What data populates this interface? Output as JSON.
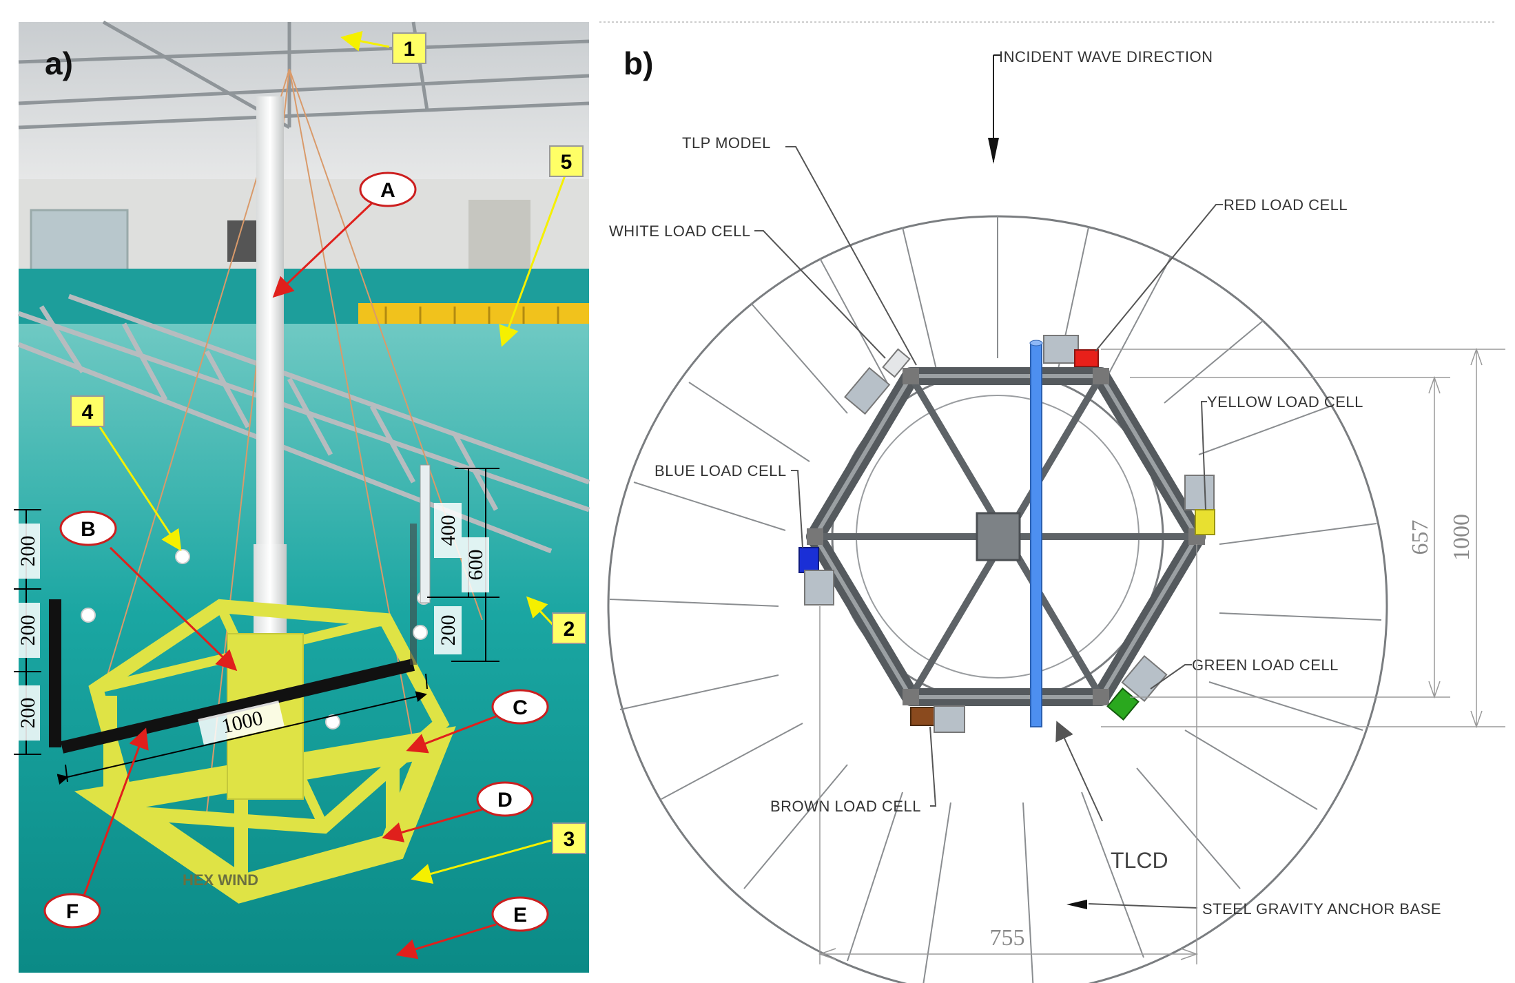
{
  "panels": {
    "a_label": "a)",
    "b_label": "b)"
  },
  "photo": {
    "oval_labels": [
      "A",
      "B",
      "C",
      "D",
      "E",
      "F"
    ],
    "box_labels": [
      "1",
      "2",
      "3",
      "4",
      "5"
    ],
    "dims": {
      "left_200_top": "200",
      "left_200_mid": "200",
      "left_200_bot": "200",
      "span_1000": "1000",
      "right_400": "400",
      "right_600": "600",
      "right_200": "200"
    },
    "hull_text": "HEX WIND",
    "colors": {
      "water": "#1aa3a0",
      "frame": "#e4e84a",
      "oval_fill": "#ffffff",
      "oval_stroke": "#cc1e1e",
      "box_fill": "#ffff66",
      "arrow_red": "#e0201c",
      "arrow_yellow": "#f5f000"
    }
  },
  "drawing": {
    "incident": "INCIDENT WAVE DIRECTION",
    "tlp_model": "TLP MODEL",
    "white_cell": "WHITE LOAD CELL",
    "red_cell": "RED LOAD CELL",
    "yellow_cell": "YELLOW LOAD CELL",
    "blue_cell": "BLUE LOAD CELL",
    "green_cell": "GREEN LOAD CELL",
    "brown_cell": "BROWN LOAD CELL",
    "anchor": "STEEL GRAVITY ANCHOR BASE",
    "tlcd": "TLCD",
    "dim_657": "657",
    "dim_1000": "1000",
    "dim_755": "755",
    "colors": {
      "red": "#e8201a",
      "yellow": "#e8e030",
      "blue": "#1a2fd6",
      "green": "#2aa81e",
      "brown": "#8a4a1e",
      "tlcd": "#4d8ff0",
      "frame": "#555a5e"
    }
  }
}
